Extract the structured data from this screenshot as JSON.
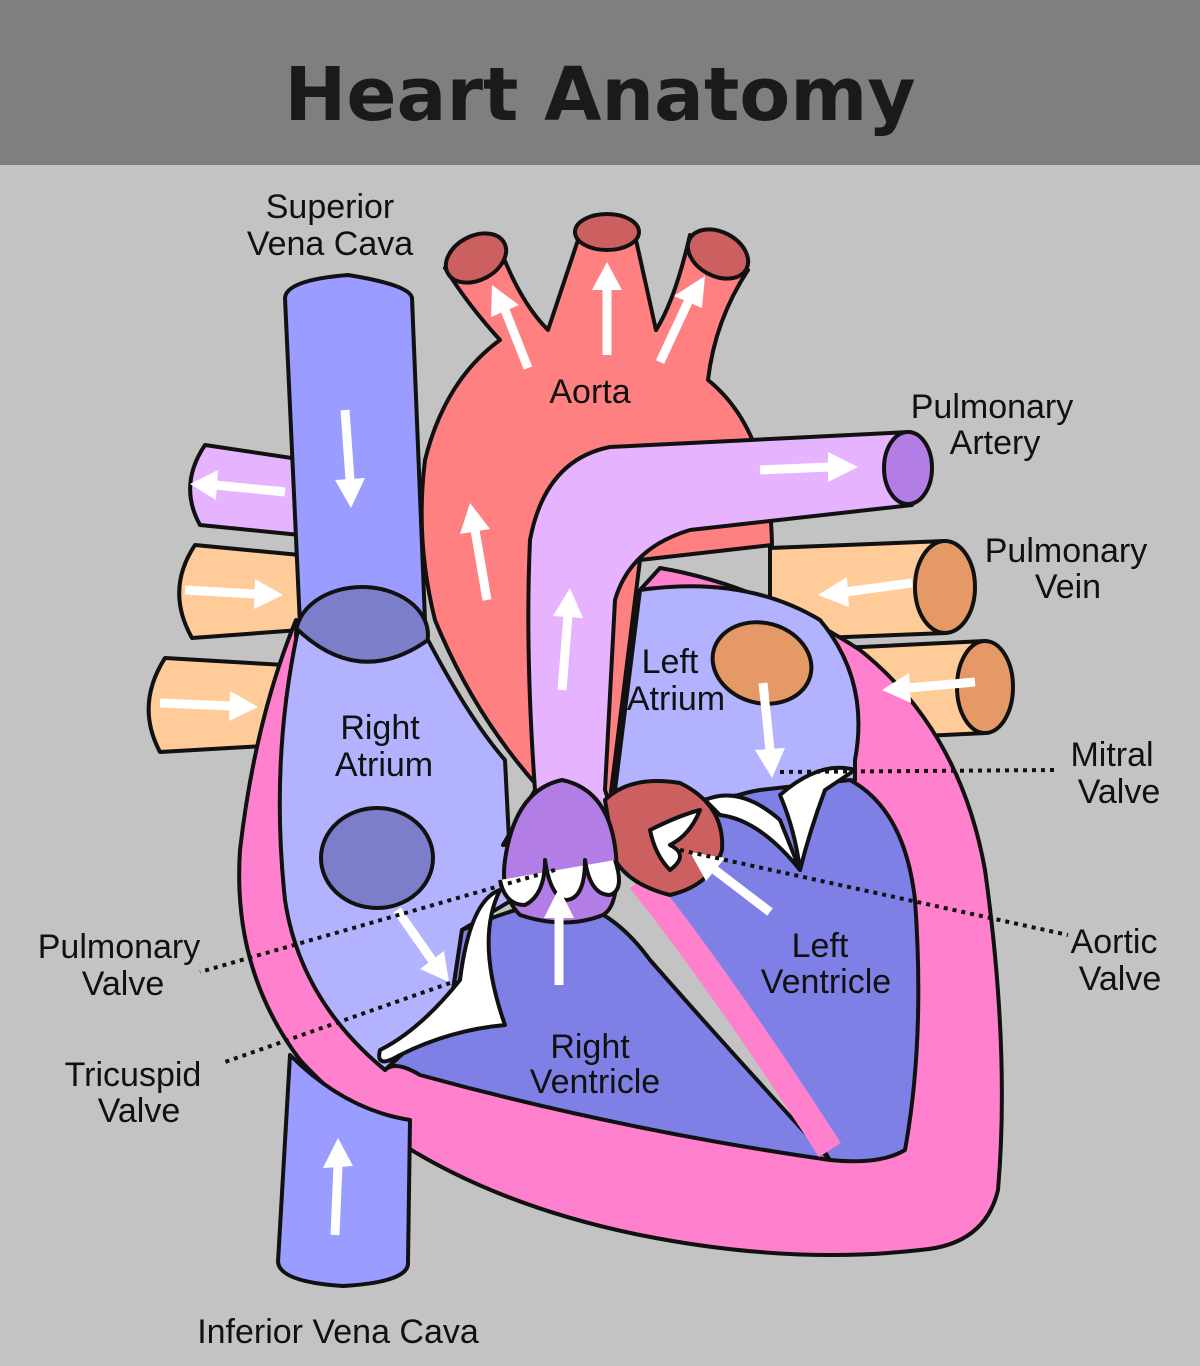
{
  "title": "Heart Anatomy",
  "labels": {
    "superior_vena_cava": [
      "Superior",
      "Vena Cava"
    ],
    "aorta": [
      "Aorta"
    ],
    "pulmonary_artery": [
      "Pulmonary",
      "Artery"
    ],
    "pulmonary_vein": [
      "Pulmonary",
      "Vein"
    ],
    "left_atrium": [
      "Left",
      "Atrium"
    ],
    "right_atrium": [
      "Right",
      "Atrium"
    ],
    "mitral_valve": [
      "Mitral",
      "Valve"
    ],
    "aortic_valve": [
      "Aortic",
      "Valve"
    ],
    "pulmonary_valve": [
      "Pulmonary",
      "Valve"
    ],
    "left_ventricle": [
      "Left",
      "Ventricle"
    ],
    "right_ventricle": [
      "Right",
      "Ventricle"
    ],
    "tricuspid_valve": [
      "Tricuspid",
      "Valve"
    ],
    "inferior_vena_cava": [
      "Inferior Vena Cava"
    ]
  },
  "colors": {
    "background": "#c3c3c3",
    "header": "#7f7f7f",
    "vena_cava": "#9a9cff",
    "vena_cava_end": "#7d7ec9",
    "aorta": "#ff8080",
    "aorta_end": "#cc5f5f",
    "pulmonary_artery": "#e6b3ff",
    "pulmonary_artery_end": "#b27ee6",
    "pulmonary_vein": "#ffcc99",
    "pulmonary_vein_end": "#e59966",
    "wall": "#ff80cc",
    "atrium": "#b2b2ff",
    "ventricle": "#7f80e6",
    "valve": "#ffffff",
    "arrow": "#ffffff"
  }
}
